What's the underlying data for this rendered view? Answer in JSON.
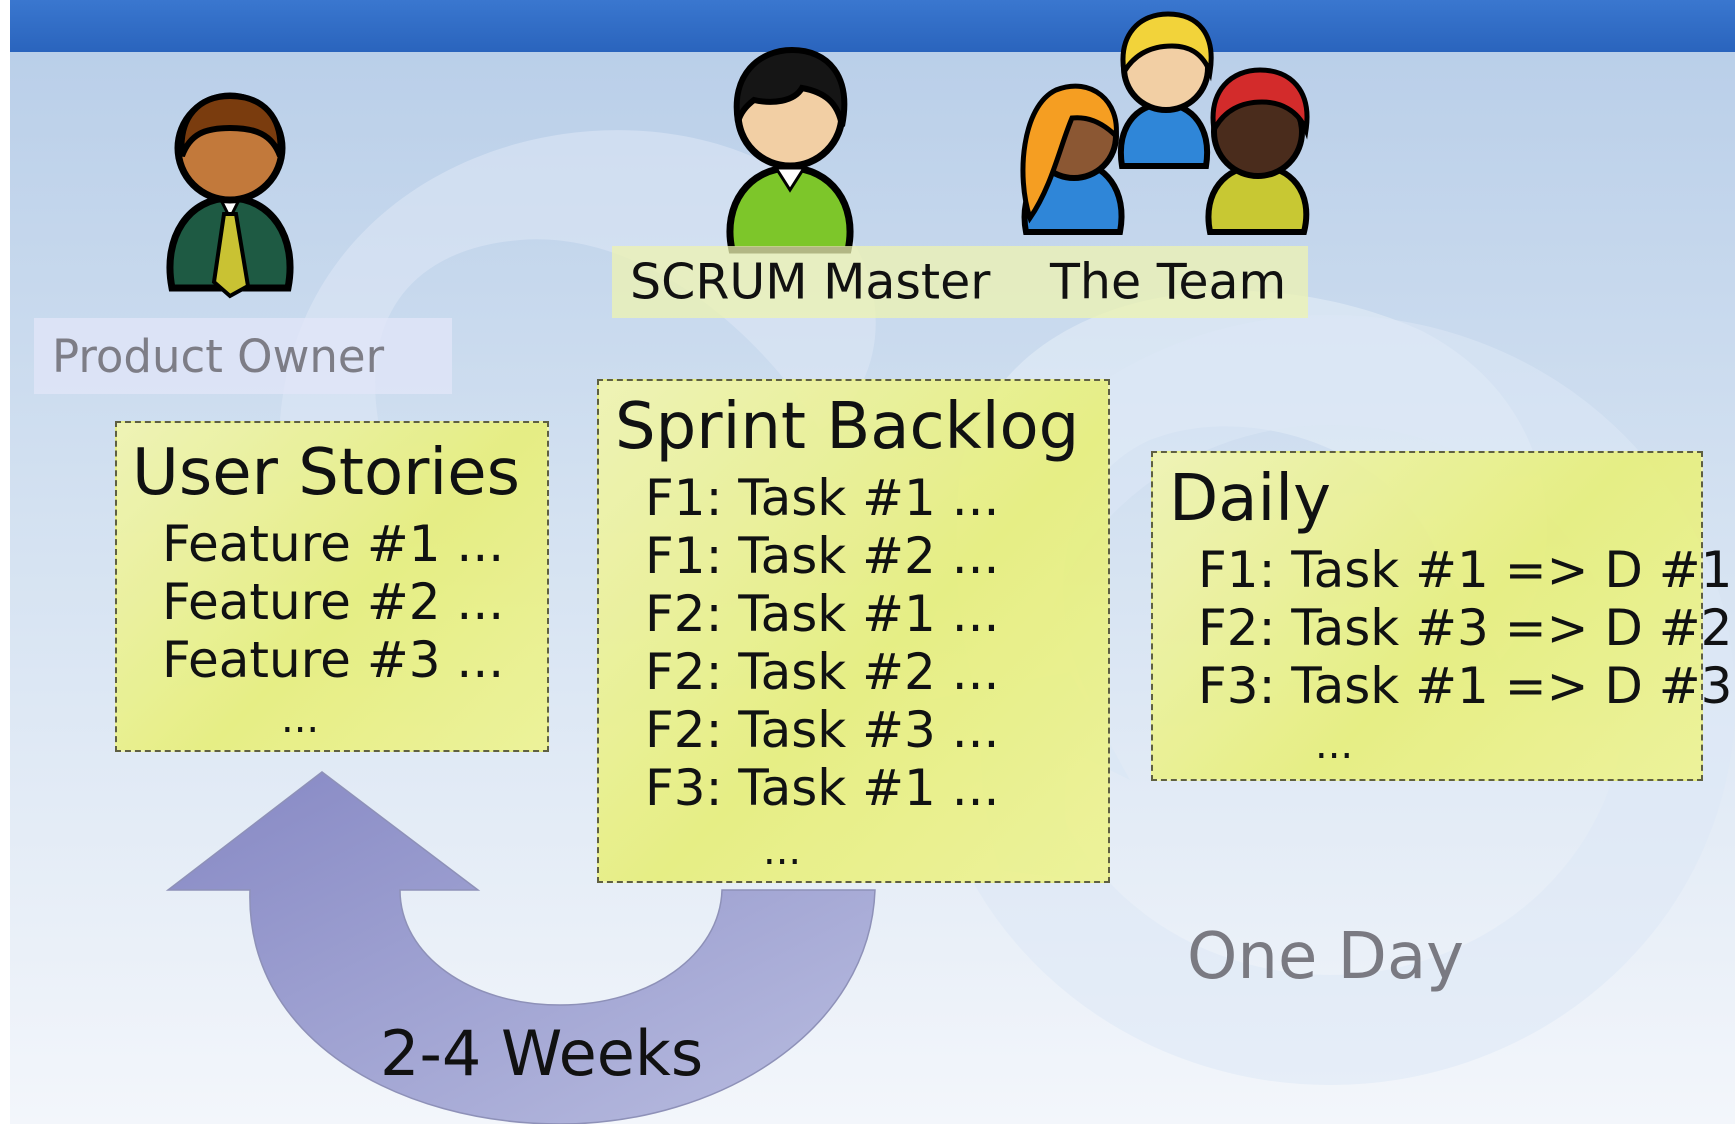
{
  "roles": {
    "product_owner": "Product Owner",
    "scrum_master": "SCRUM Master",
    "team": "The Team"
  },
  "user_stories": {
    "title": "User Stories",
    "items": [
      "Feature #1 ...",
      "Feature #2 ...",
      "Feature #3 ..."
    ],
    "ellipsis": "..."
  },
  "sprint_backlog": {
    "title": "Sprint Backlog",
    "items": [
      "F1: Task #1 ...",
      "F1: Task #2 ...",
      "F2: Task #1 ...",
      "F2: Task #2 ...",
      "F2: Task #3 ...",
      "F3: Task #1 ..."
    ],
    "ellipsis": "..."
  },
  "daily": {
    "title": "Daily",
    "items": [
      "F1: Task #1 => D #1",
      "F2: Task #3 => D #2",
      "F3: Task #1 => D #3"
    ],
    "ellipsis": "..."
  },
  "cycles": {
    "sprint": "2-4 Weeks",
    "daily": "One Day"
  },
  "colors": {
    "header_bar": "#2f6cc6",
    "box_fill": "#e8ef82",
    "sprint_arrow": "#8f90c8",
    "daily_arrow": "#d8e6f6",
    "label_grey": "#7a7a82"
  },
  "icons": [
    "product-owner-person-icon",
    "scrum-master-person-icon",
    "team-member-icon"
  ]
}
